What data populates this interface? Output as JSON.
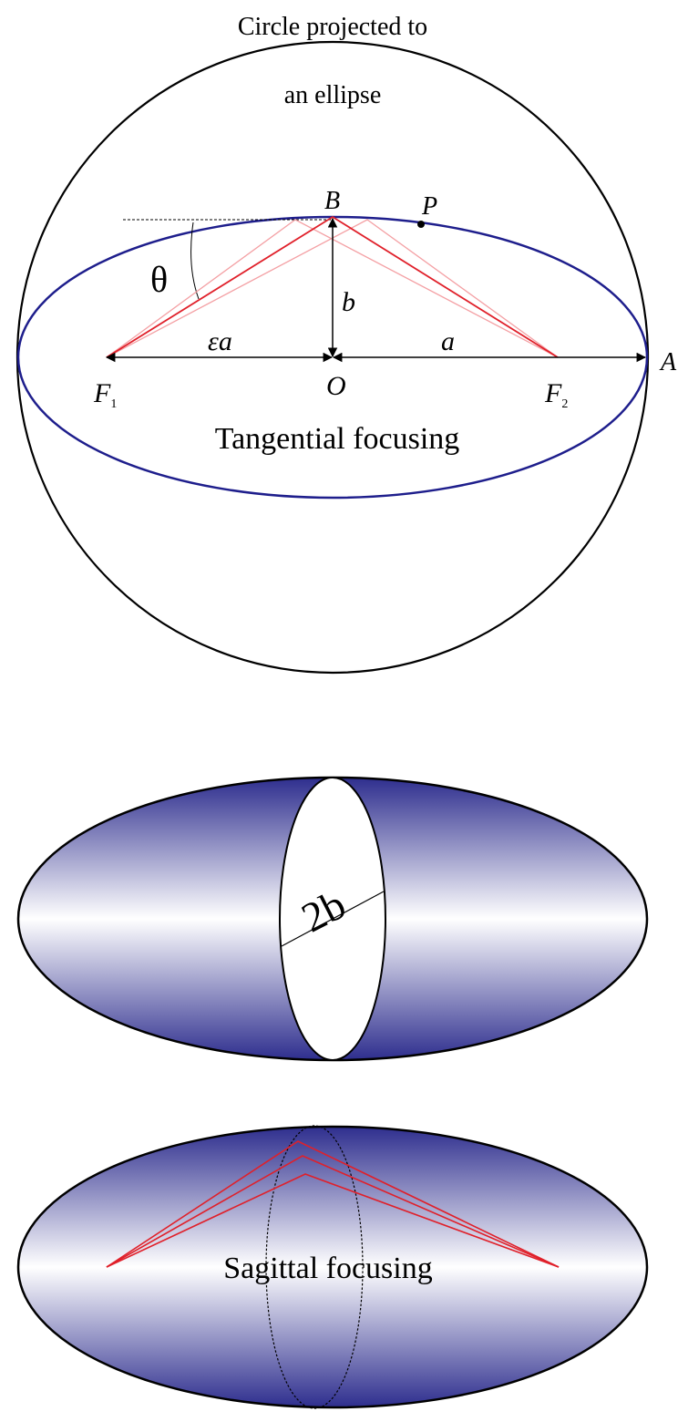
{
  "figure": {
    "caption_top_line1": "Circle projected to",
    "caption_top_line2": "an ellipse",
    "labels": {
      "B": "B",
      "P": "P",
      "theta": "θ",
      "b": "b",
      "eps_a": "εa",
      "a": "a",
      "A": "A",
      "F1_letter": "F",
      "F1_sub": "1",
      "O": "O",
      "F2_letter": "F",
      "F2_sub": "2",
      "two_b": "2b"
    },
    "tangential_label": "Tangential focusing",
    "sagittal_label": "Sagittal focusing"
  },
  "colors": {
    "ellipse_outline": "#1e1e8c",
    "ray_dark": "#e0202a",
    "ray_light": "#f4a0a4",
    "fill_dark": "#2e2e8e",
    "fill_light": "#ffffff",
    "line": "#000000"
  }
}
